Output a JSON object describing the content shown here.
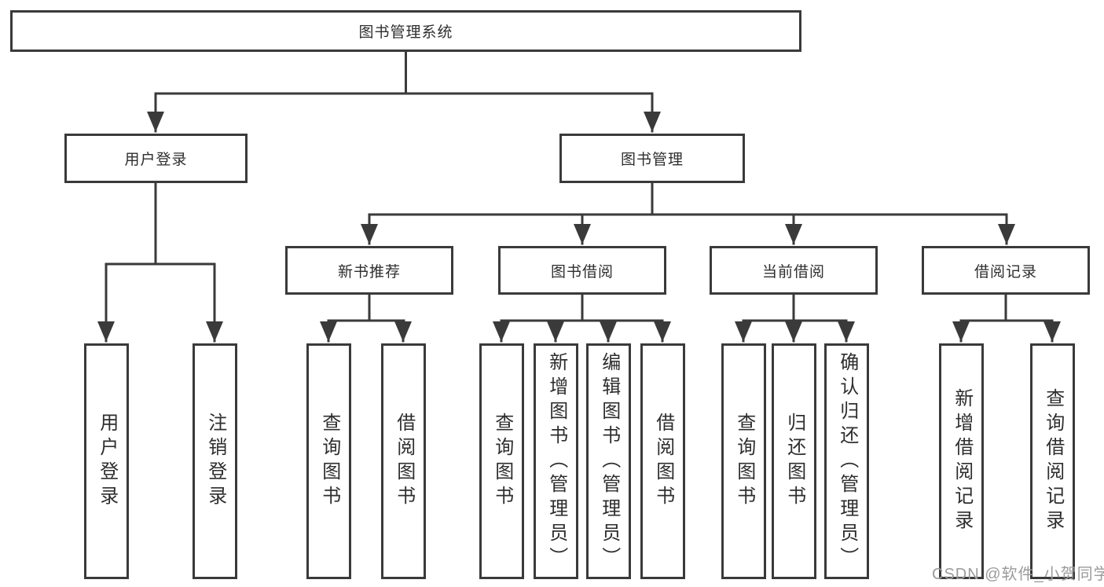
{
  "tree": {
    "root": "图书管理系统",
    "level2": [
      "用户登录",
      "图书管理"
    ],
    "level3": [
      "新书推荐",
      "图书借阅",
      "当前借阅",
      "借阅记录"
    ],
    "leaves": {
      "user_login": [
        "用户登录",
        "注销登录"
      ],
      "new_book": [
        "查询图书",
        "借阅图书"
      ],
      "borrow": [
        "查询图书",
        "新增图书（管理员）",
        "编辑图书（管理员）",
        "借阅图书"
      ],
      "current": [
        "查询图书",
        "归还图书",
        "确认归还（管理员）"
      ],
      "records": [
        "新增借阅记录",
        "查询借阅记录"
      ]
    }
  },
  "colors": {
    "line": "#3a3a3a",
    "text": "#2e2e2e",
    "watermark": "#9b9b9b"
  },
  "watermark": "CSDN @软件_小贺同学"
}
